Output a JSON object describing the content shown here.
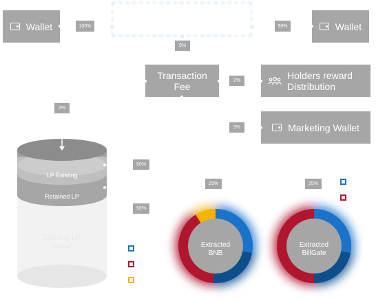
{
  "source_wallet": {
    "label": "Wallet",
    "icon": "wallet-icon"
  },
  "dest_wallet": {
    "label": "Wallet",
    "icon": "wallet-icon"
  },
  "center_node": {
    "label": ""
  },
  "transaction_fee": {
    "label_line1": "Transaction",
    "label_line2": "Fee"
  },
  "holders_reward": {
    "label_line1": "Holders reward",
    "label_line2": "Distribution",
    "icon": "people-icon"
  },
  "marketing_wallet": {
    "label": "Marketing Wallet",
    "icon": "wallet-icon"
  },
  "percentages": {
    "p100": "100%",
    "p90": "90%",
    "p9": "9%",
    "p2_holders": "2%",
    "p2_lp": "2%",
    "p5_marketing": "5%",
    "p50_existing": "50%",
    "p50_retained": "50%",
    "p25_bnb": "25%",
    "p25_billgate": "25%"
  },
  "cylinder": {
    "lp_existing": "LP Existing",
    "retained_lp": "Retained LP",
    "existing_lp_line1": "Existing LP",
    "existing_lp_line2": "(locked)"
  },
  "colors": {
    "blue": "#1a73c9",
    "dark_blue": "#0d4f8c",
    "red": "#b0172e",
    "yellow": "#f5b400",
    "gray": "#a6a6a6"
  },
  "chart_data": [
    {
      "type": "pie",
      "title": "",
      "center_label_line1": "Extracted",
      "center_label_line2": "BNB",
      "categories": [
        "",
        "",
        "",
        ""
      ],
      "values": [
        28,
        23,
        40,
        9
      ],
      "colors": [
        "#1a73c9",
        "#0d4f8c",
        "#b0172e",
        "#f5b400"
      ]
    },
    {
      "type": "pie",
      "title": "",
      "center_label_line1": "Extracted",
      "center_label_line2": "BillGate",
      "categories": [
        "",
        "",
        ""
      ],
      "values": [
        28,
        22,
        50
      ],
      "colors": [
        "#1a73c9",
        "#0d4f8c",
        "#b0172e"
      ]
    }
  ],
  "legend_left": [
    "#1a73c9",
    "#b0172e",
    "#f5b400"
  ],
  "legend_right": [
    "#1a73c9",
    "#b0172e"
  ]
}
